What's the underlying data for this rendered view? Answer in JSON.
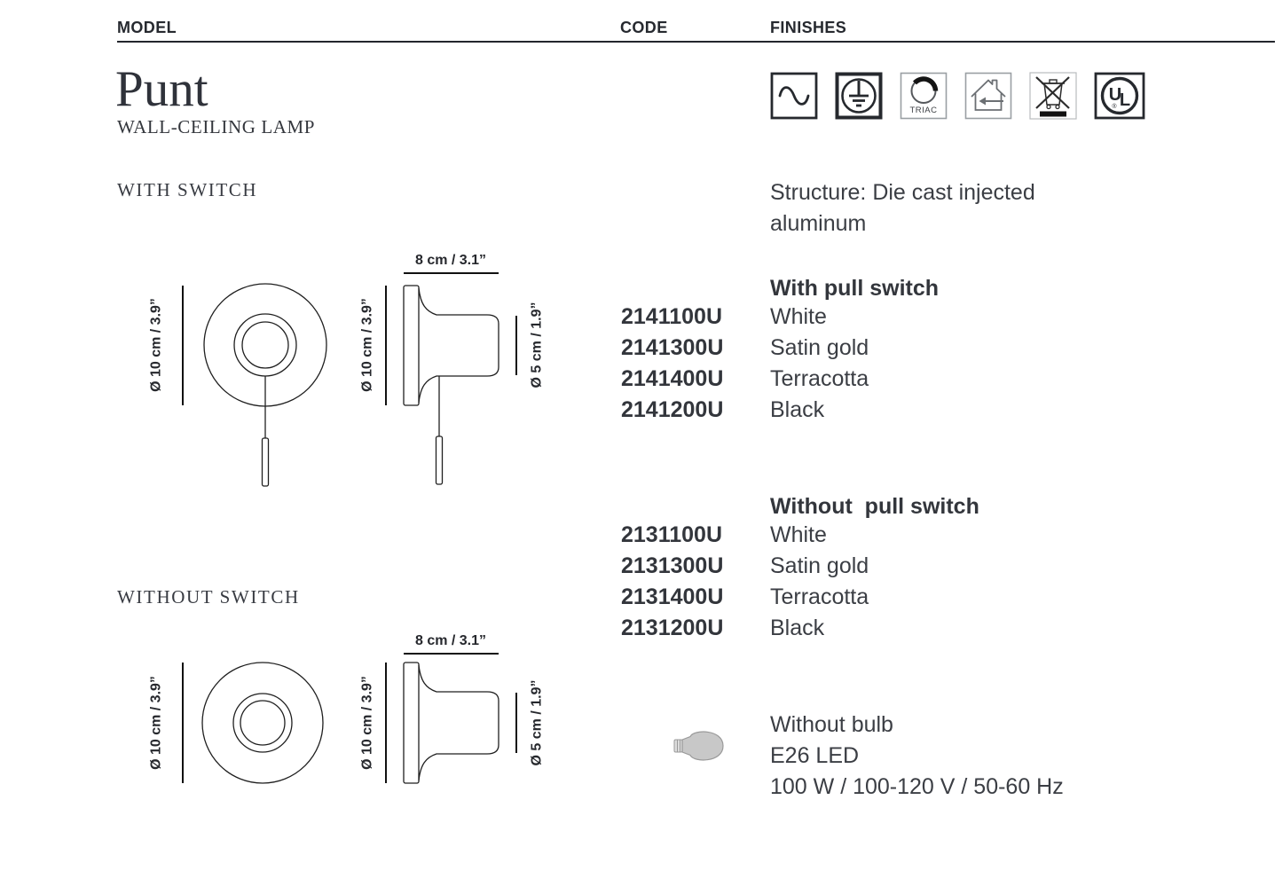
{
  "header": {
    "model_label": "MODEL",
    "code_label": "CODE",
    "finishes_label": "FINISHES"
  },
  "product": {
    "name": "Punt",
    "subtitle": "WALL-CEILING LAMP"
  },
  "certification_icons": {
    "triac_label": "TRIAC",
    "ul_letter_u": "U",
    "ul_letter_l": "L",
    "ul_registered": "®"
  },
  "sections": {
    "with_switch_label": "WITH SWITCH",
    "without_switch_label": "WITHOUT SWITCH"
  },
  "dimensions": {
    "front_diameter": "Ø 10 cm / 3.9”",
    "depth": "8 cm / 3.1”",
    "body_diameter": "Ø 5 cm / 1.9”"
  },
  "specs": {
    "structure_line1": "Structure: Die cast injected",
    "structure_line2": "aluminum"
  },
  "product_groups": [
    {
      "title": "With pull switch",
      "items": [
        {
          "code": "2141100U",
          "finish": "White"
        },
        {
          "code": "2141300U",
          "finish": "Satin gold"
        },
        {
          "code": "2141400U",
          "finish": "Terracotta"
        },
        {
          "code": "2141200U",
          "finish": "Black"
        }
      ]
    },
    {
      "title": "Without  pull switch",
      "items": [
        {
          "code": "2131100U",
          "finish": "White"
        },
        {
          "code": "2131300U",
          "finish": "Satin gold"
        },
        {
          "code": "2131400U",
          "finish": "Terracotta"
        },
        {
          "code": "2131200U",
          "finish": "Black"
        }
      ]
    }
  ],
  "bulb": {
    "line1": "Without bulb",
    "line2": "E26 LED",
    "line3": "100 W / 100-120 V / 50-60 Hz"
  },
  "colors": {
    "text_dark": "#33363c",
    "drawing_line": "#1f1f1f",
    "bulb_fill": "#c8c8c8"
  }
}
